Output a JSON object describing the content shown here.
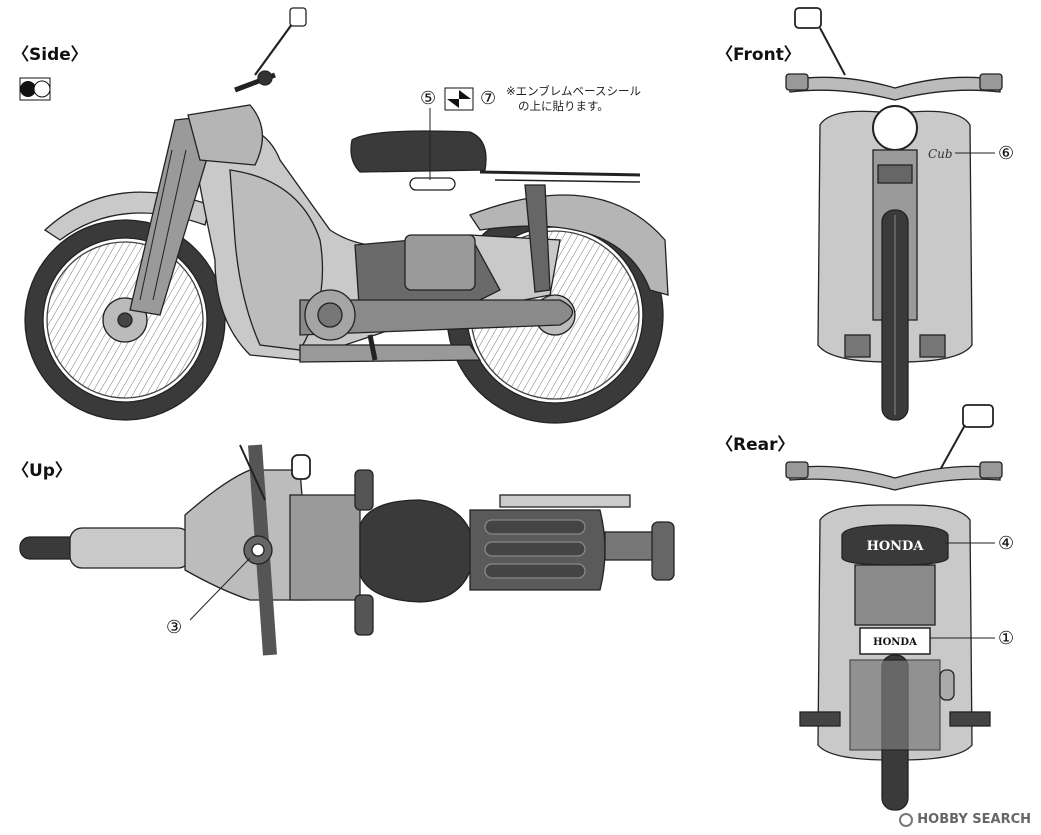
{
  "views": {
    "side": "〈Side〉",
    "front": "〈Front〉",
    "up": "〈Up〉",
    "rear": "〈Rear〉"
  },
  "callouts": {
    "c1": "①",
    "c3": "③",
    "c4": "④",
    "c5": "⑤",
    "c6": "⑥",
    "c7": "⑦"
  },
  "note": {
    "line1": "※エンブレムベースシール",
    "line2": "の上に貼ります。"
  },
  "labels": {
    "honda_cover": "HONDA",
    "honda_plate": "HONDA",
    "cub_emblem": "Cub"
  },
  "watermark": "HOBBY SEARCH",
  "colors": {
    "body": "#c9c9c9",
    "dark": "#555555",
    "seat": "#3a3a3a",
    "line": "#222222"
  }
}
